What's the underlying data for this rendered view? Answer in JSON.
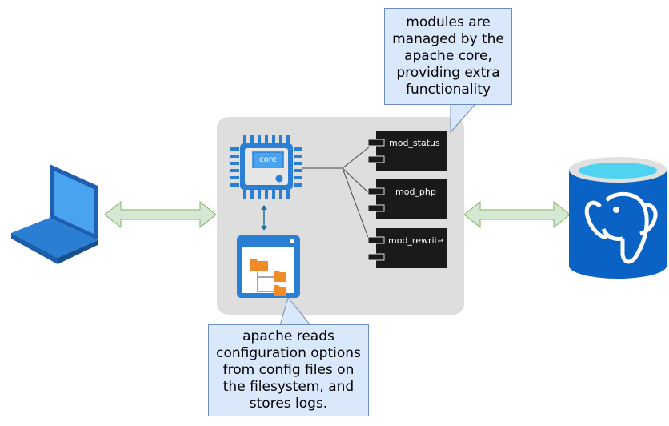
{
  "callouts": {
    "modules": "modules are managed by the apache core, providing extra functionality",
    "config": "apache reads configuration options from config files on the filesystem, and stores logs."
  },
  "core": {
    "label": "core"
  },
  "modules": [
    {
      "label": "mod_status"
    },
    {
      "label": "mod_php"
    },
    {
      "label": "mod_rewrite"
    }
  ],
  "icons": {
    "client": "laptop-icon",
    "core": "cpu-chip-icon",
    "filesystem": "file-explorer-icon",
    "database": "postgresql-database-icon"
  },
  "colors": {
    "server_box": "#dedede",
    "callout_fill": "#dae8fc",
    "callout_border": "#6c8ebf",
    "arrow_fill": "#d5e8d4",
    "arrow_border": "#82b366",
    "icon_blue": "#2a7fd4",
    "module_fill": "#1a1a1a"
  }
}
